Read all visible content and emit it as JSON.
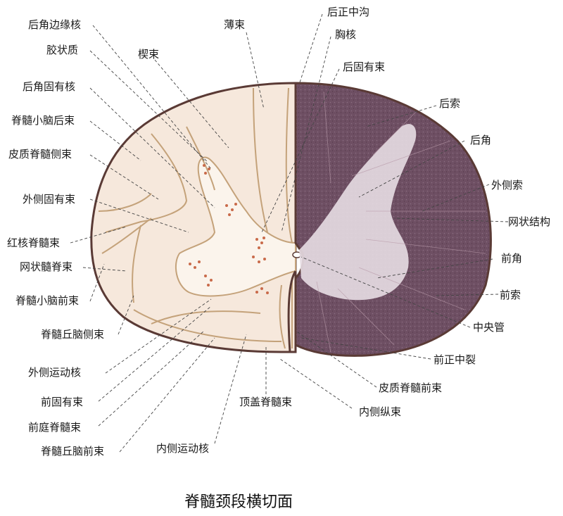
{
  "title": "脊髓颈段横切面",
  "labels": {
    "hjbyh": "后角边缘核",
    "bs": "薄束",
    "hzzg": "后正中沟",
    "xh": "胸核",
    "jzz": "胶状质",
    "xs": "楔束",
    "hgys": "后固有束",
    "hjgyh": "后角固有核",
    "hs": "后索",
    "jsxnhs": "脊髓小脑后束",
    "hj": "后角",
    "pzjscs": "皮质脊髓侧束",
    "wcs": "外侧索",
    "wcgys": "外侧固有束",
    "wzjg": "网状结构",
    "hhjss": "红核脊髓束",
    "qj": "前角",
    "wzsjs": "网状髓脊束",
    "qs": "前索",
    "jsxnqs": "脊髓小脑前束",
    "zyg": "中央管",
    "jsqncs": "脊髓丘脑侧束",
    "qzzl": "前正中裂",
    "wcydh": "外侧运动核",
    "pzjsqs": "皮质脊髓前束",
    "qgys": "前固有束",
    "dgjss": "顶盖脊髓束",
    "nczs": "内侧纵束",
    "qtjss": "前庭脊髓束",
    "jsqnqs": "脊髓丘脑前束",
    "ncydh": "内侧运动核"
  },
  "colors": {
    "white_matter": "#f6e8dc",
    "gray_matter": "#fbf4ec",
    "tract_line": "#c4a27a",
    "outline": "#5a3a35",
    "stained_section": "#6e4f63",
    "stained_gray": "#e7dde3",
    "nuclei": "#c96a4a"
  }
}
